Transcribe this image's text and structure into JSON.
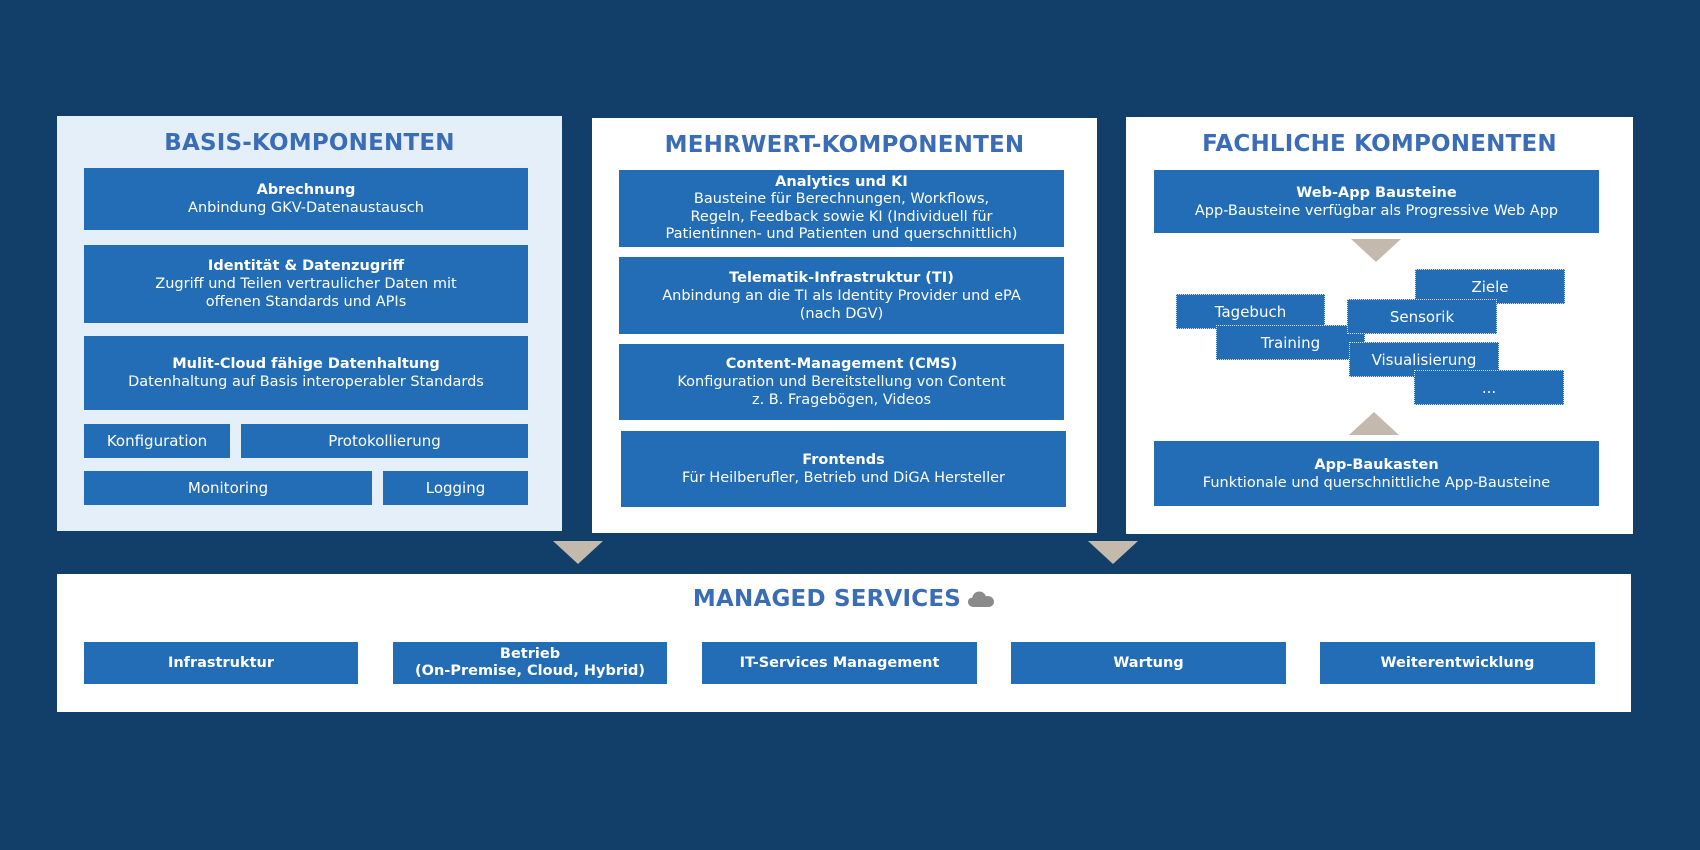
{
  "basis": {
    "title": "BASIS-KOMPONENTEN",
    "abrechnung": {
      "title": "Abrechnung",
      "desc": "Anbindung GKV-Datenaustausch"
    },
    "identitaet": {
      "title": "Identität & Datenzugriff",
      "desc": "Zugriff und Teilen vertraulicher Daten mit\noffenen Standards und APIs"
    },
    "multicloud": {
      "title": "Mulit-Cloud fähige Datenhaltung",
      "desc": "Datenhaltung auf Basis interoperabler Standards"
    },
    "konfiguration": "Konfiguration",
    "protokollierung": "Protokollierung",
    "monitoring": "Monitoring",
    "logging": "Logging"
  },
  "mehrwert": {
    "title": "MEHRWERT-KOMPONENTEN",
    "analytics": {
      "title": "Analytics und KI",
      "desc": "Bausteine für Berechnungen, Workflows,\nRegeln, Feedback sowie KI (Individuell für\nPatientinnen- und Patienten und querschnittlich)"
    },
    "telematik": {
      "title": "Telematik-Infrastruktur (TI)",
      "desc": "Anbindung an die TI als Identity Provider und ePA\n(nach DGV)"
    },
    "cms": {
      "title": "Content-Management (CMS)",
      "desc": "Konfiguration und Bereitstellung von Content\nz. B. Fragebögen, Videos"
    },
    "frontends": {
      "title": "Frontends",
      "desc": "Für Heilberufler, Betrieb und DiGA Hersteller"
    }
  },
  "fachlich": {
    "title": "FACHLICHE KOMPONENTEN",
    "webapp": {
      "title": "Web-App Bausteine",
      "desc": "App-Bausteine verfügbar als Progressive Web App"
    },
    "modules": {
      "ziele": "Ziele",
      "tagebuch": "Tagebuch",
      "sensorik": "Sensorik",
      "training": "Training",
      "visualisierung": "Visualisierung",
      "more": "..."
    },
    "baukasten": {
      "title": "App-Baukasten",
      "desc": "Funktionale und querschnittliche App-Bausteine"
    }
  },
  "managed": {
    "title": "MANAGED SERVICES",
    "items": [
      "Infrastruktur",
      "Betrieb\n(On-Premise, Cloud, Hybrid)",
      "IT-Services Management",
      "Wartung",
      "Weiterentwicklung"
    ]
  },
  "colors": {
    "background": "#113f69",
    "box": "#236db6",
    "title": "#3b6db6",
    "arrow": "#c4b9ad",
    "basis_panel": "#e4effa"
  },
  "icons": {
    "managed_title": "cloud-icon"
  }
}
